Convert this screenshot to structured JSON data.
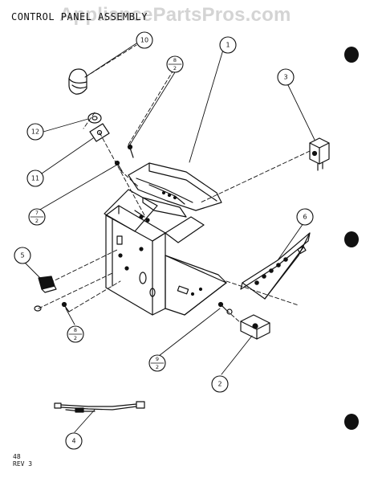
{
  "header": {
    "title": "CONTROL PANEL ASSEMBLY",
    "watermark": "AppliancePartsPros.com"
  },
  "footer": {
    "page_number": "48",
    "revision": "REV 3"
  },
  "callouts": [
    {
      "id": "1",
      "label": "1"
    },
    {
      "id": "2",
      "label": "2"
    },
    {
      "id": "3",
      "label": "3"
    },
    {
      "id": "4",
      "label": "4"
    },
    {
      "id": "5",
      "label": "5"
    },
    {
      "id": "6",
      "label": "6"
    },
    {
      "id": "10",
      "label": "10"
    },
    {
      "id": "11",
      "label": "11"
    },
    {
      "id": "12",
      "label": "12"
    }
  ],
  "fraction_callouts": [
    {
      "id": "7-2",
      "top": "7",
      "bottom": "2"
    },
    {
      "id": "8-2-top",
      "top": "8",
      "bottom": "2"
    },
    {
      "id": "8-2-bottom",
      "top": "8",
      "bottom": "2"
    },
    {
      "id": "9-2",
      "top": "9",
      "bottom": "2"
    }
  ],
  "colors": {
    "ink": "#111111",
    "background": "#ffffff",
    "watermark": "#a0a0a0"
  }
}
